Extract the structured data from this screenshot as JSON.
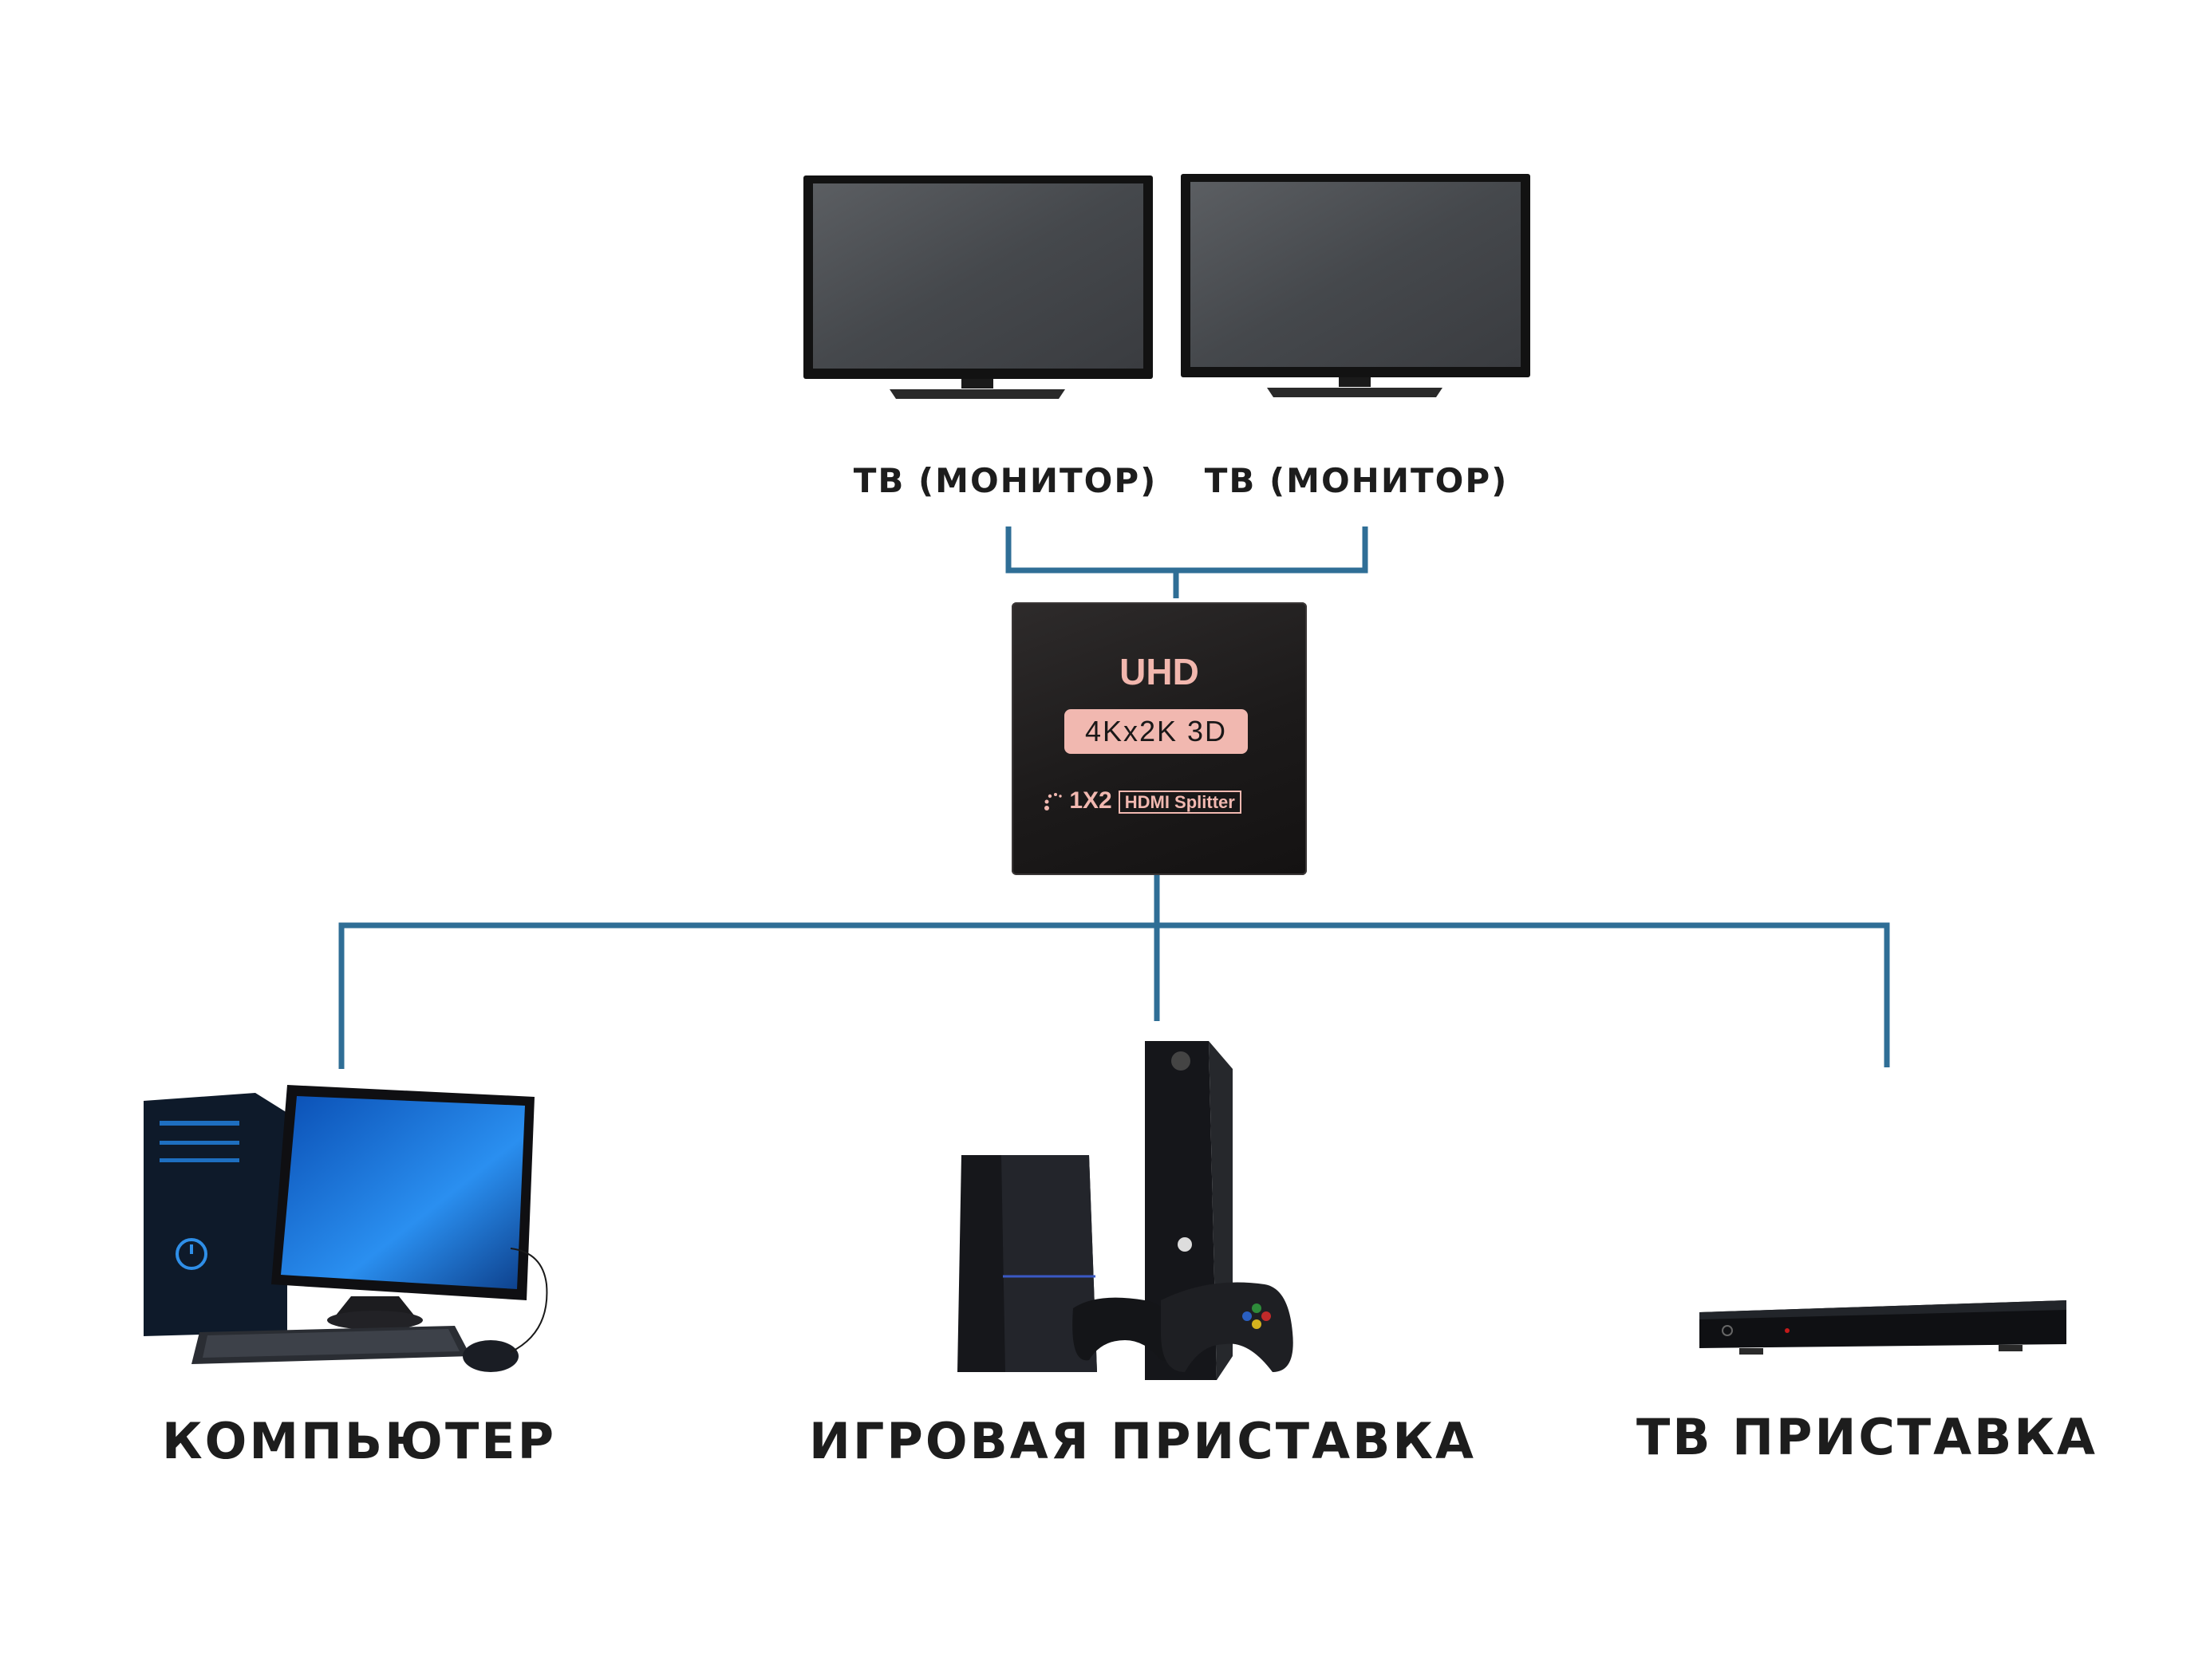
{
  "outputs": {
    "left_tv_label": "ТВ (МОНИТОР)",
    "right_tv_label": "ТВ (МОНИТОР)"
  },
  "splitter": {
    "brand_text": "UHD",
    "resolution_badge": "4Kx2K 3D",
    "model_number": "1X2",
    "model_text": "HDMI Splitter"
  },
  "sources": {
    "computer_label": "КОМПЬЮТЕР",
    "game_console_label": "ИГРОВАЯ ПРИСТАВКА",
    "tv_box_label": "ТВ ПРИСТАВКА"
  },
  "colors": {
    "connector_line": "#2f6e96",
    "splitter_accent": "#f1b8b0"
  }
}
